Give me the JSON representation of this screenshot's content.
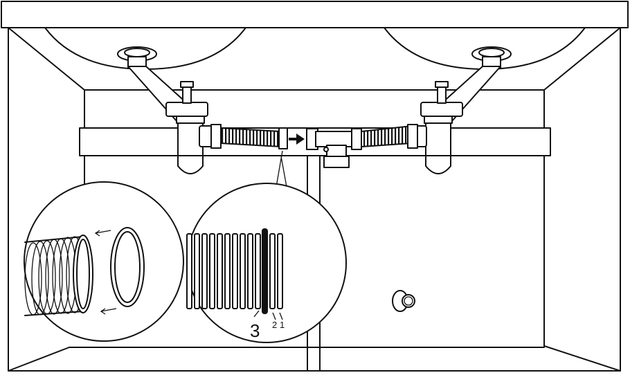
{
  "callouts": {
    "label_1": "1",
    "label_2": "2",
    "label_3": "3"
  },
  "colors": {
    "line": "#111111",
    "background": "#ffffff"
  }
}
